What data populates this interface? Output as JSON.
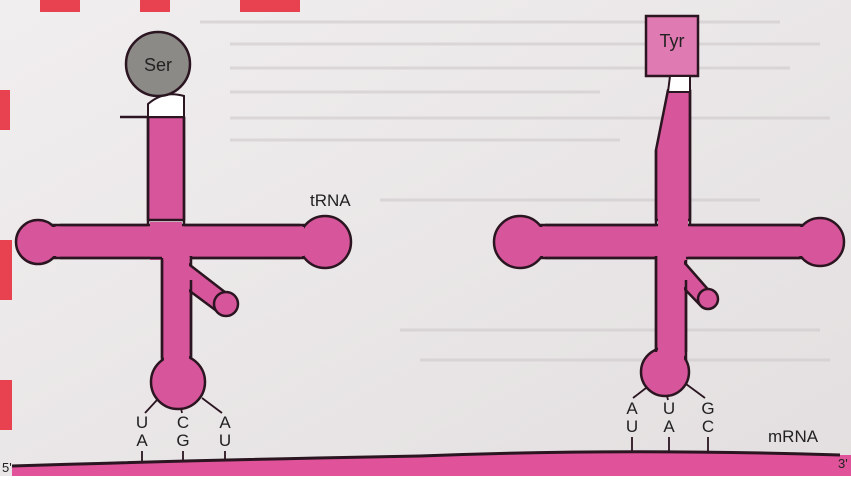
{
  "diagram": {
    "trna_label": "tRNA",
    "mrna_label": "mRNA",
    "mrna_end_5": "5'",
    "mrna_end_3": "3'",
    "left": {
      "amino_acid": "Ser",
      "anticodon": [
        "U",
        "C",
        "A"
      ],
      "codon": [
        "A",
        "G",
        "U"
      ]
    },
    "right": {
      "amino_acid": "Tyr",
      "anticodon": [
        "A",
        "U",
        "G"
      ],
      "codon": [
        "U",
        "A",
        "C"
      ]
    }
  },
  "colors": {
    "trna_fill": "#d6559b",
    "trna_outline": "#2a1520",
    "ser_circle": "#8c8a86",
    "tyr_box": "#e07ab2",
    "mrna_strip": "#e0529a",
    "page": "#ece9ea"
  }
}
